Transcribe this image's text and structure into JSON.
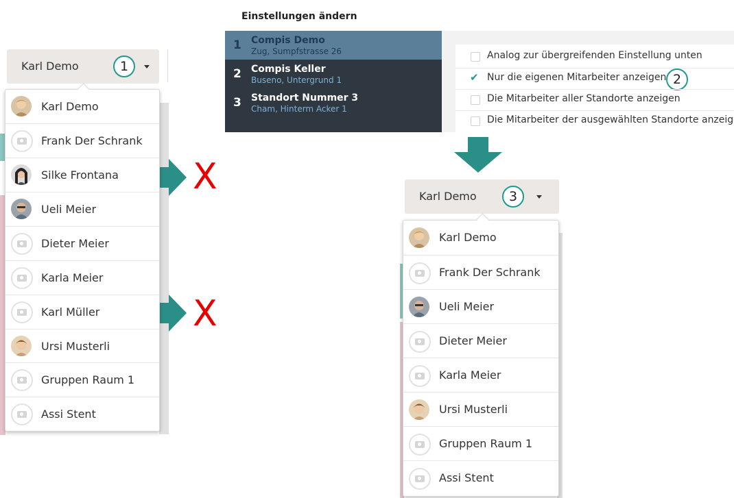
{
  "panel_a": {
    "user_button_label": "Karl Demo",
    "badge": "1",
    "items": [
      {
        "name": "Karl Demo",
        "avatar": "photo"
      },
      {
        "name": "Frank Der Schrank",
        "avatar": "placeholder"
      },
      {
        "name": "Silke Frontana",
        "avatar": "photo"
      },
      {
        "name": "Ueli  Meier",
        "avatar": "photo"
      },
      {
        "name": "Dieter Meier",
        "avatar": "placeholder"
      },
      {
        "name": "Karla Meier",
        "avatar": "placeholder"
      },
      {
        "name": "Karl Müller",
        "avatar": "placeholder"
      },
      {
        "name": "Ursi Musterli",
        "avatar": "photo"
      },
      {
        "name": "Gruppen Raum 1",
        "avatar": "placeholder"
      },
      {
        "name": "Assi Stent",
        "avatar": "placeholder"
      }
    ]
  },
  "removed_marker": "X",
  "settings": {
    "title": "Einstellungen ändern",
    "locations": [
      {
        "num": "1",
        "name": "Compis Demo",
        "address": "Zug, Sumpfstrasse 26",
        "selected": true
      },
      {
        "num": "2",
        "name": "Compis Keller",
        "address": "Buseno, Untergrund 1",
        "selected": false
      },
      {
        "num": "3",
        "name": "Standort Nummer 3",
        "address": "Cham, Hinterm Acker 1",
        "selected": false
      }
    ],
    "options": [
      {
        "label": "Analog zur übergreifenden Einstellung unten",
        "checked": false
      },
      {
        "label": "Nur die eigenen Mitarbeiter anzeigen",
        "checked": true
      },
      {
        "label": "Die Mitarbeiter aller Standorte anzeigen",
        "checked": false
      },
      {
        "label": "Die Mitarbeiter der ausgewählten Standorte anzeigen",
        "checked": false
      }
    ],
    "badge": "2"
  },
  "panel_b": {
    "user_button_label": "Karl Demo",
    "badge": "3",
    "items": [
      {
        "name": "Karl Demo",
        "avatar": "photo"
      },
      {
        "name": "Frank Der Schrank",
        "avatar": "placeholder"
      },
      {
        "name": "Ueli  Meier",
        "avatar": "photo"
      },
      {
        "name": "Dieter Meier",
        "avatar": "placeholder"
      },
      {
        "name": "Karla Meier",
        "avatar": "placeholder"
      },
      {
        "name": "Ursi Musterli",
        "avatar": "photo"
      },
      {
        "name": "Gruppen Raum 1",
        "avatar": "placeholder"
      },
      {
        "name": "Assi Stent",
        "avatar": "placeholder"
      }
    ]
  },
  "colors": {
    "teal": "#1e9a8e",
    "arrow": "#2a8f86",
    "red": "#e60000",
    "sidebar_dark": "#2f3740",
    "sidebar_selected": "#5b7f99"
  }
}
